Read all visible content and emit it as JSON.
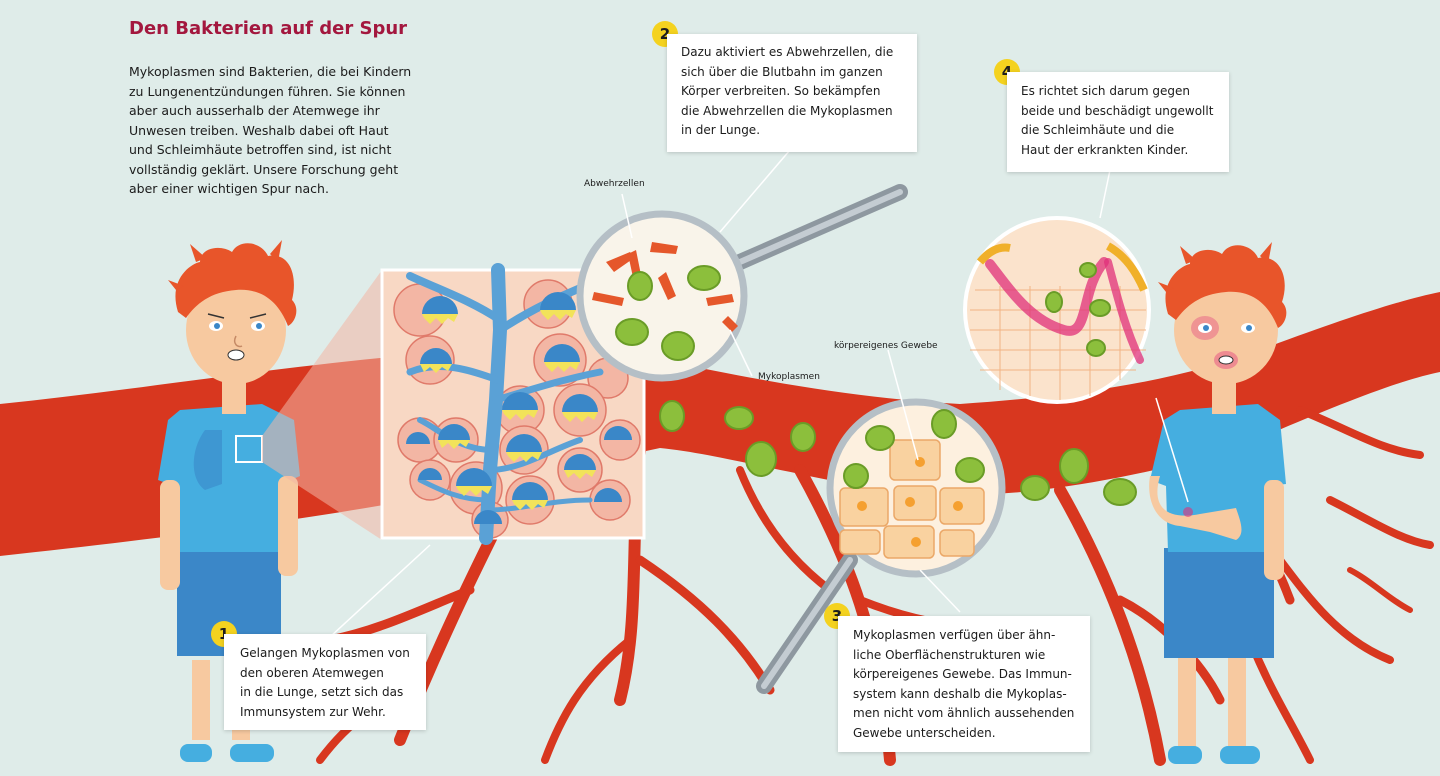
{
  "title": "Den Bakterien auf der Spur",
  "intro_lines": [
    "Mykoplasmen sind Bakterien, die bei Kindern",
    "zu Lungenentzündungen führen. Sie können",
    "aber auch ausserhalb der Atemwege ihr",
    "Unwesen treiben. Weshalb dabei oft Haut",
    "und Schleimhäute betroffen sind, ist nicht",
    "vollständig geklärt. Unsere Forschung geht",
    "aber einer wichtigen Spur nach."
  ],
  "steps": [
    {
      "number": "1",
      "lines": [
        "Gelangen Mykoplasmen von",
        "den oberen Atemwegen",
        "in die Lunge, setzt sich das",
        "Immunsystem zur Wehr."
      ]
    },
    {
      "number": "2",
      "lines": [
        "Dazu aktiviert es Abwehrzellen, die",
        "sich über die Blutbahn im ganzen",
        "Körper verbreiten. So bekämpfen",
        "die Abwehrzellen die Mykoplasmen",
        "in der Lunge."
      ]
    },
    {
      "number": "3",
      "lines": [
        "Mykoplasmen verfügen über ähn-",
        "liche Oberflächenstrukturen wie",
        "körpereigenes Gewebe. Das Immun-",
        "system kann deshalb die Mykoplas-",
        "men nicht vom ähnlich aussehenden",
        "Gewebe unterscheiden."
      ]
    },
    {
      "number": "4",
      "lines": [
        "Es richtet sich darum gegen",
        "beide und beschädigt ungewollt",
        "die Schleimhäute und die",
        "Haut der erkrankten Kinder."
      ]
    }
  ],
  "labels": {
    "abwehrzellen": "Abwehrzellen",
    "mykoplasmen": "Mykoplasmen",
    "gewebe": "körpereigenes Gewebe"
  },
  "colors": {
    "background": "#dfece9",
    "title": "#a3173e",
    "blood_vessel": "#d8371f",
    "badge": "#f4d21f",
    "mycoplasma": "#8cbf3c",
    "shirt": "#45aee0",
    "shorts": "#3b87c8",
    "hair": "#e8552a",
    "skin": "#f7c9a0",
    "lung_pink": "#f3b6a4",
    "bronchi": "#5aa1d6"
  },
  "icons": [
    "magnifier-icon"
  ]
}
